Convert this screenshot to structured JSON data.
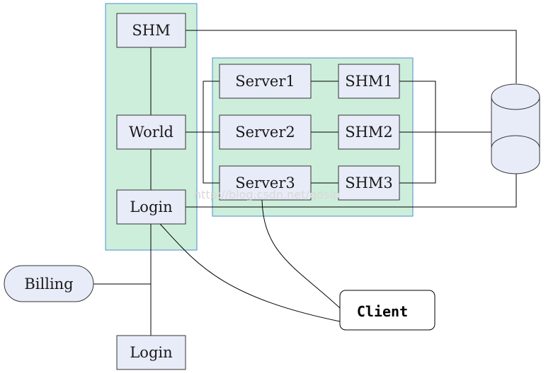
{
  "colors": {
    "group_fill": "#cdeedb",
    "group_border": "#4a8fd0",
    "node_fill": "#e8ecf8",
    "node_border": "#333333",
    "line": "#000000"
  },
  "nodes": {
    "shm": "SHM",
    "world": "World",
    "login_main": "Login",
    "server1": "Server1",
    "server2": "Server2",
    "server3": "Server3",
    "shm1": "SHM1",
    "shm2": "SHM2",
    "shm3": "SHM3",
    "billing": "Billing",
    "login_bottom": "Login",
    "client": "Client"
  },
  "watermark": "http://blog.csdn.net/qdslp",
  "icons": {
    "database": "database-cylinder-icon"
  }
}
